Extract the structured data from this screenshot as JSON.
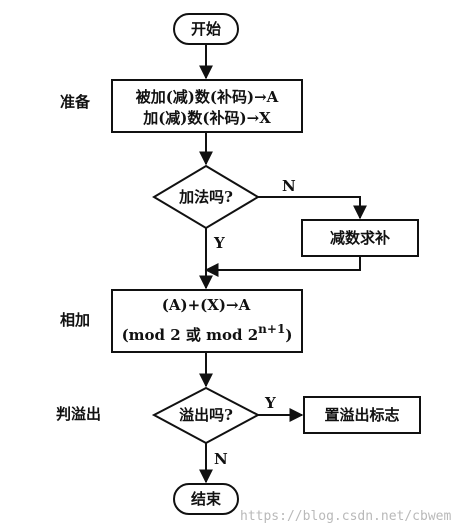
{
  "flowchart": {
    "start": "开始",
    "end": "结束",
    "stages": {
      "prepare": "准备",
      "add": "相加",
      "check": "判溢出"
    },
    "prepare_box": {
      "line1": "被加(减)数(补码)→A",
      "line2": "加(减)数(补码)→X"
    },
    "decision_add": "加法吗?",
    "branch_no": "N",
    "branch_yes": "Y",
    "complement_box": "减数求补",
    "add_box": {
      "line1": "(A)+(X)→A",
      "line2_prefix": "(mod 2 或 mod 2",
      "line2_superscript": "n+1",
      "line2_suffix": ")"
    },
    "decision_overflow": "溢出吗?",
    "overflow_yes": "Y",
    "overflow_no": "N",
    "overflow_flag_box": "置溢出标志"
  },
  "watermark": "https://blog.csdn.net/cbwem"
}
